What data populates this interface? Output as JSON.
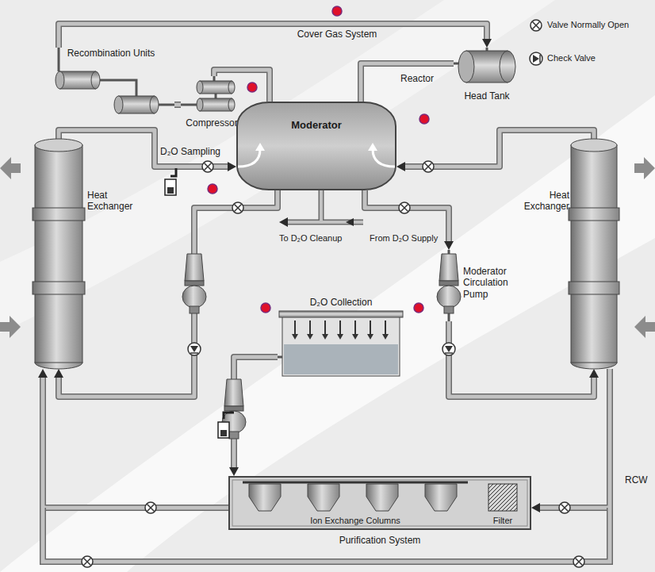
{
  "diagram": {
    "nodes": [
      {
        "text": [
          "Recombination Units"
        ]
      },
      {
        "text": [
          "Compressors"
        ]
      },
      {
        "text": [
          "Moderator"
        ]
      },
      {
        "text": [
          "Head Tank"
        ]
      },
      {
        "text": [
          "Heat Exchanger"
        ]
      },
      {
        "text": [
          "Heat Exchanger"
        ]
      },
      {
        "text": [
          "Moderator Circulation Pump"
        ]
      },
      {
        "text": [
          "D₂O Collection"
        ]
      },
      {
        "text": [
          "Purification System"
        ]
      },
      {
        "text": [
          "Ion Exchange Columns"
        ],
        "in": 8
      },
      {
        "text": [
          "Filter"
        ],
        "in": 8
      }
    ],
    "edges": [
      {
        "from": 2,
        "to": 1,
        "arrow": "none"
      },
      {
        "from": 1,
        "to": 0,
        "arrow": "none"
      },
      {
        "from": 0,
        "to": 3,
        "arrow": "to"
      },
      {
        "from": 3,
        "to": 2,
        "arrow": "none"
      },
      {
        "from": 2,
        "to": 4,
        "arrow": "to"
      },
      {
        "from": 4,
        "to": 2,
        "arrow": "to"
      },
      {
        "from": 2,
        "to": 6,
        "arrow": "to"
      },
      {
        "from": 6,
        "to": 5,
        "arrow": "to"
      },
      {
        "from": 5,
        "to": 2,
        "arrow": "to"
      },
      {
        "from": 5,
        "to": 8,
        "arrow": "to"
      },
      {
        "from": 8,
        "to": 4,
        "arrow": "to"
      },
      {
        "from": 7,
        "to": 8,
        "arrow": "to"
      }
    ],
    "labels": [
      "Cover Gas System",
      "Reactor",
      "D₂O Sampling",
      "To D₂O Cleanup",
      "From D₂O Supply",
      "RCW"
    ],
    "legend": [
      {
        "text": "Valve Normally Open"
      },
      {
        "text": "Check Valve"
      }
    ]
  }
}
